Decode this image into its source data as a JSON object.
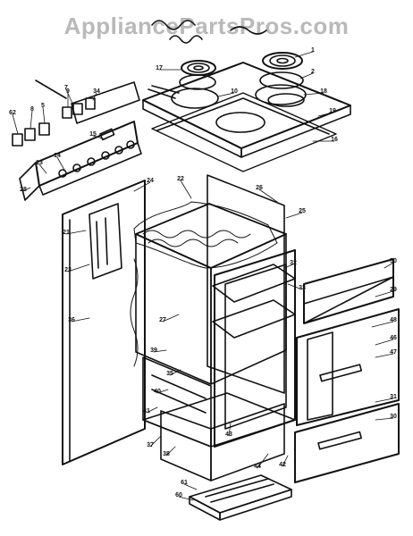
{
  "watermark": "AppliancePartsPros.com",
  "callouts": [
    {
      "label": "7"
    },
    {
      "label": "1"
    },
    {
      "label": "2"
    },
    {
      "label": "17"
    },
    {
      "label": "10"
    },
    {
      "label": "18"
    },
    {
      "label": "19"
    },
    {
      "label": "16"
    },
    {
      "label": "62"
    },
    {
      "label": "8"
    },
    {
      "label": "5"
    },
    {
      "label": "9"
    },
    {
      "label": "34"
    },
    {
      "label": "15"
    },
    {
      "label": "14"
    },
    {
      "label": "13"
    },
    {
      "label": "28"
    },
    {
      "label": "24"
    },
    {
      "label": "22"
    },
    {
      "label": "26"
    },
    {
      "label": "25"
    },
    {
      "label": "21"
    },
    {
      "label": "23"
    },
    {
      "label": "27"
    },
    {
      "label": "32"
    },
    {
      "label": "33"
    },
    {
      "label": "50"
    },
    {
      "label": "29"
    },
    {
      "label": "48"
    },
    {
      "label": "46"
    },
    {
      "label": "47"
    },
    {
      "label": "31"
    },
    {
      "label": "30"
    },
    {
      "label": "61"
    },
    {
      "label": "60"
    },
    {
      "label": "44"
    },
    {
      "label": "42"
    },
    {
      "label": "36"
    },
    {
      "label": "37"
    },
    {
      "label": "38"
    },
    {
      "label": "41"
    },
    {
      "label": "43"
    },
    {
      "label": "35"
    },
    {
      "label": "39"
    },
    {
      "label": "40"
    }
  ]
}
